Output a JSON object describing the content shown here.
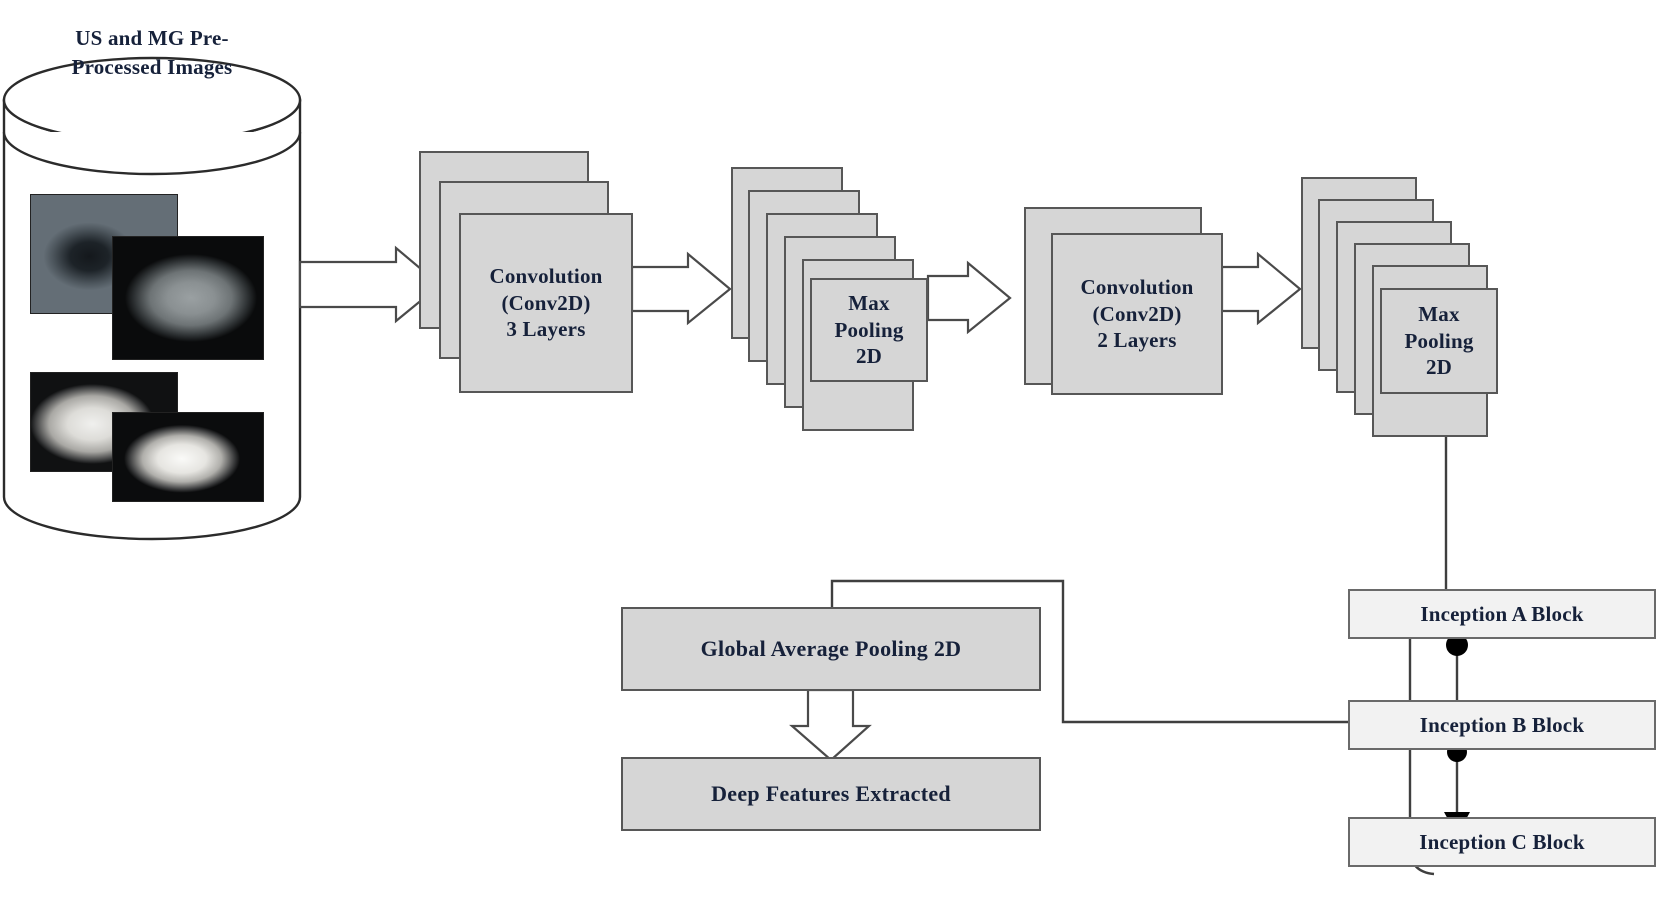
{
  "diagram": {
    "title": "Deep feature extraction CNN architecture",
    "colors": {
      "card_fill": "#d6d6d6",
      "card_stroke": "#575757",
      "inception_fill": "#f2f2f2",
      "inception_stroke": "#6a6a6a",
      "text": "#16213a",
      "connector": "#3f3f3f",
      "background": "#ffffff"
    }
  },
  "datastore": {
    "label_line1": "US and MG Pre-",
    "label_line2": "Processed Images",
    "samples": [
      {
        "name": "ultrasound-sample-1",
        "modality": "US"
      },
      {
        "name": "mammogram-sample-1",
        "modality": "MG"
      },
      {
        "name": "ultrasound-sample-2",
        "modality": "US"
      },
      {
        "name": "mammogram-sample-2",
        "modality": "MG"
      }
    ]
  },
  "stages": {
    "conv1": {
      "line1": "Convolution",
      "line2": "(Conv2D)",
      "line3": "3 Layers",
      "card_count": 3
    },
    "pool1": {
      "line1": "Max",
      "line2": "Pooling",
      "line3": "2D",
      "card_count": 6
    },
    "conv2": {
      "line1": "Convolution",
      "line2": "(Conv2D)",
      "line3": "2 Layers",
      "card_count": 2
    },
    "pool2": {
      "line1": "Max",
      "line2": "Pooling",
      "line3": "2D",
      "card_count": 6
    }
  },
  "inception": {
    "block_a": "Inception A Block",
    "block_b": "Inception B Block",
    "block_c": "Inception C Block"
  },
  "output": {
    "gap": "Global Average Pooling 2D",
    "features": "Deep Features Extracted"
  }
}
